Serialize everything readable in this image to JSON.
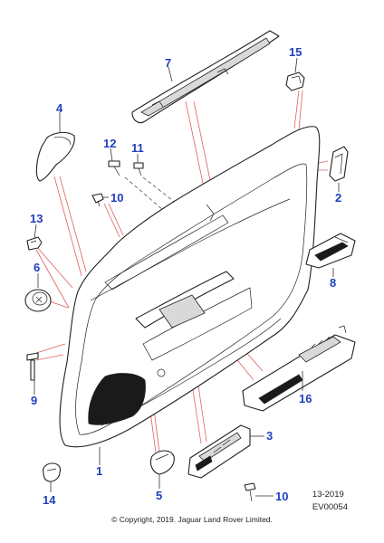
{
  "callouts": [
    {
      "id": "1",
      "text": "1"
    },
    {
      "id": "2",
      "text": "2"
    },
    {
      "id": "3",
      "text": "3"
    },
    {
      "id": "4",
      "text": "4"
    },
    {
      "id": "5",
      "text": "5"
    },
    {
      "id": "6",
      "text": "6"
    },
    {
      "id": "7",
      "text": "7"
    },
    {
      "id": "8",
      "text": "8"
    },
    {
      "id": "9",
      "text": "9"
    },
    {
      "id": "10a",
      "text": "10"
    },
    {
      "id": "10b",
      "text": "10"
    },
    {
      "id": "11",
      "text": "11"
    },
    {
      "id": "12",
      "text": "12"
    },
    {
      "id": "13",
      "text": "13"
    },
    {
      "id": "14",
      "text": "14"
    },
    {
      "id": "15",
      "text": "15"
    },
    {
      "id": "16",
      "text": "16"
    }
  ],
  "footer": {
    "date_code": "13-2019",
    "drawing_id": "EV00054",
    "copyright": "© Copyright, 2019. Jaguar Land Rover Limited."
  },
  "colors": {
    "callout": "#1f3fbf",
    "leader_red": "#e06060",
    "line": "#222222"
  }
}
